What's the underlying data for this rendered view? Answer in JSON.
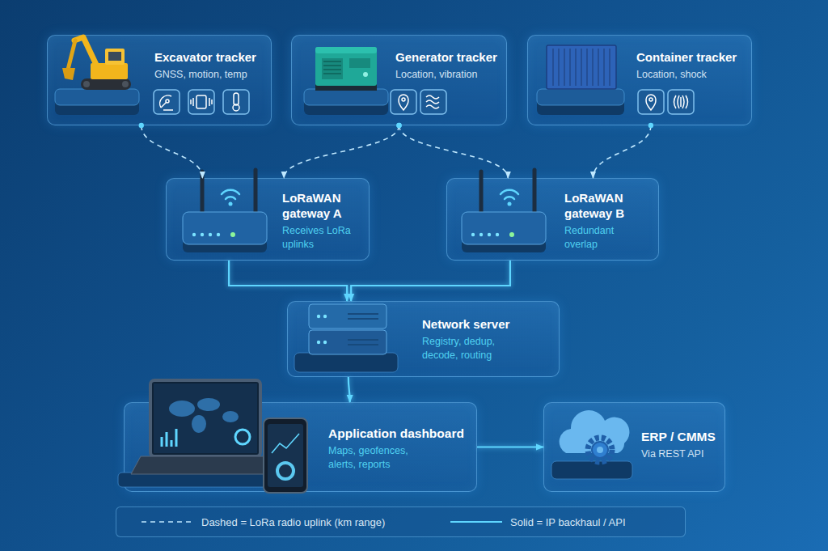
{
  "diagram": {
    "nodes": [
      {
        "text": [
          "Excavator tracker",
          "GNSS, motion, temp"
        ]
      },
      {
        "text": [
          "Generator tracker",
          "Location, vibration"
        ]
      },
      {
        "text": [
          "Container tracker",
          "Location, shock"
        ]
      },
      {
        "text": [
          "LoRaWAN gateway A",
          "Receives LoRa uplinks"
        ]
      },
      {
        "text": [
          "LoRaWAN gateway B",
          "Redundant overlap"
        ]
      },
      {
        "text": [
          "Network server",
          "Registry, dedup, decode, routing"
        ]
      },
      {
        "text": [
          "Application dashboard",
          "Maps, geofences, alerts, reports"
        ]
      },
      {
        "text": [
          "ERP / CMMS",
          "Via REST API"
        ]
      }
    ],
    "edges": [
      {
        "from": 0,
        "to": 3,
        "arrow": "to"
      },
      {
        "from": 1,
        "to": 3,
        "arrow": "to"
      },
      {
        "from": 1,
        "to": 4,
        "arrow": "to"
      },
      {
        "from": 2,
        "to": 4,
        "arrow": "to"
      },
      {
        "from": 3,
        "to": 5,
        "arrow": "to"
      },
      {
        "from": 4,
        "to": 5,
        "arrow": "to"
      },
      {
        "from": 5,
        "to": 6,
        "arrow": "to"
      },
      {
        "from": 6,
        "to": 7,
        "arrow": "to"
      }
    ],
    "legend": [
      {
        "text": "Dashed = LoRa radio uplink (km range)"
      },
      {
        "text": "Solid = IP backhaul / API"
      }
    ]
  }
}
